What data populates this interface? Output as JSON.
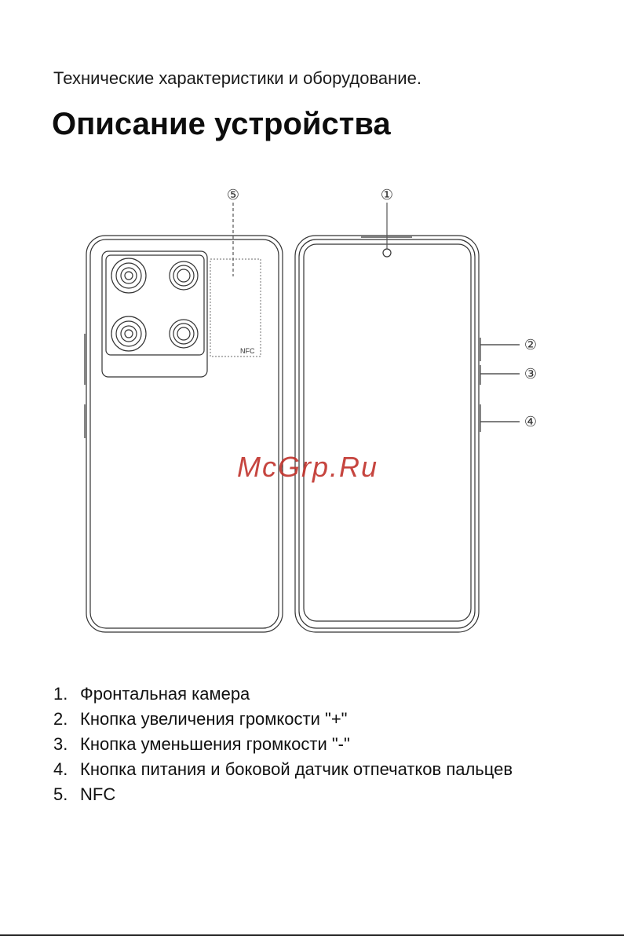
{
  "header": {
    "subtitle": "Технические характеристики и оборудование.",
    "title": "Описание устройства"
  },
  "diagram": {
    "callouts": [
      "①",
      "②",
      "③",
      "④",
      "⑤"
    ],
    "nfc_label": "NFC"
  },
  "watermark": "McGrp.Ru",
  "legend": [
    {
      "num": "1.",
      "text": "Фронтальная камера"
    },
    {
      "num": "2.",
      "text": "Кнопка увеличения громкости \"+\""
    },
    {
      "num": "3.",
      "text": "Кнопка уменьшения громкости \"-\""
    },
    {
      "num": "4.",
      "text": "Кнопка питания и боковой датчик отпечатков пальцев"
    },
    {
      "num": "5.",
      "text": "NFC"
    }
  ]
}
